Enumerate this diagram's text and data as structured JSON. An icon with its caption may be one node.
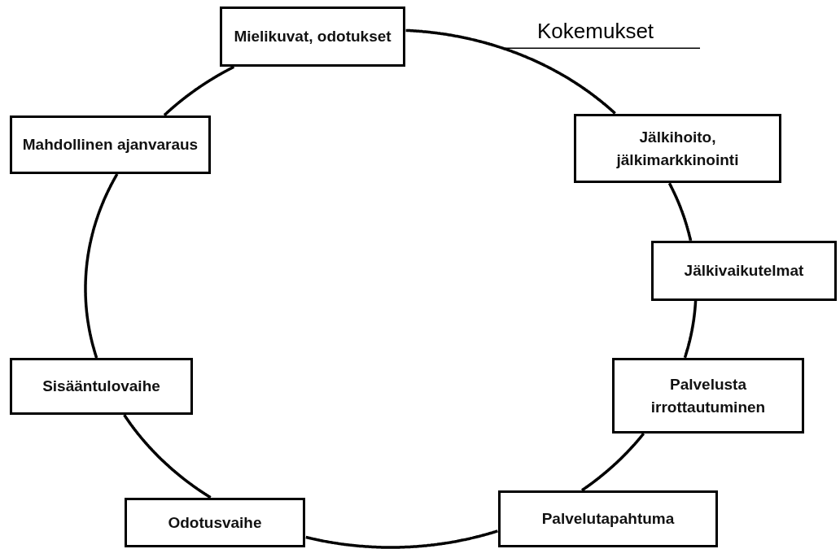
{
  "diagram": {
    "nodes": [
      {
        "text": [
          "Mielikuvat, odotukset"
        ]
      },
      {
        "text": [
          "Jälkihoito, jälkimarkkinointi"
        ]
      },
      {
        "text": [
          "Jälkivaikutelmat"
        ]
      },
      {
        "text": [
          "Palvelusta irrottautuminen"
        ]
      },
      {
        "text": [
          "Palvelutapahtuma"
        ]
      },
      {
        "text": [
          "Odotusvaihe"
        ]
      },
      {
        "text": [
          "Sisääntulovaihe"
        ]
      },
      {
        "text": [
          "Mahdollinen ajanvaraus"
        ]
      },
      {
        "text": [
          "Kokemukset"
        ]
      }
    ],
    "edges": [
      {
        "from": 0,
        "to": 1,
        "arrow": "none"
      },
      {
        "from": 1,
        "to": 2,
        "arrow": "none"
      },
      {
        "from": 2,
        "to": 3,
        "arrow": "none"
      },
      {
        "from": 3,
        "to": 4,
        "arrow": "none"
      },
      {
        "from": 4,
        "to": 5,
        "arrow": "none"
      },
      {
        "from": 5,
        "to": 6,
        "arrow": "none"
      },
      {
        "from": 6,
        "to": 7,
        "arrow": "none"
      },
      {
        "from": 7,
        "to": 0,
        "arrow": "none"
      },
      {
        "from": 8,
        "to": null,
        "arrow": "none"
      }
    ]
  }
}
